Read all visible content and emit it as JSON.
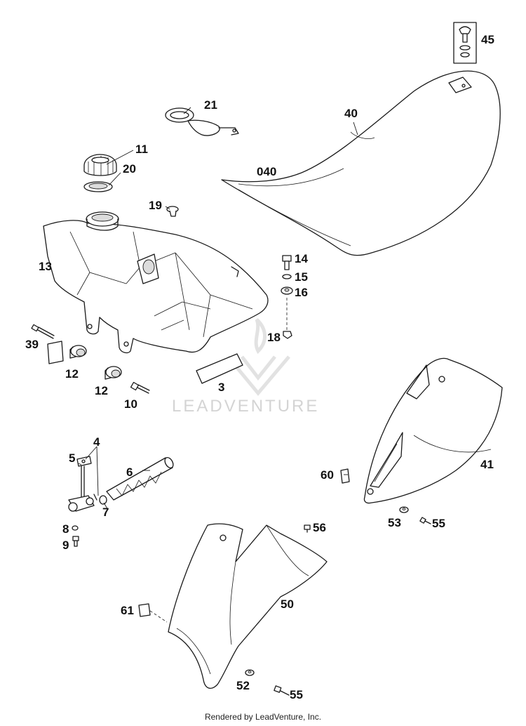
{
  "callouts": {
    "c45": "45",
    "c21": "21",
    "c40": "40",
    "c040": "040",
    "c11": "11",
    "c20": "20",
    "c19": "19",
    "c13": "13",
    "c14": "14",
    "c15": "15",
    "c16": "16",
    "c18": "18",
    "c39": "39",
    "c12a": "12",
    "c12b": "12",
    "c10": "10",
    "c3": "3",
    "c4": "4",
    "c5": "5",
    "c6": "6",
    "c7": "7",
    "c8": "8",
    "c9": "9",
    "c41": "41",
    "c60": "60",
    "c53": "53",
    "c55a": "55",
    "c56": "56",
    "c50": "50",
    "c61": "61",
    "c52": "52",
    "c55b": "55"
  },
  "watermark": {
    "text": "LEADVENTURE"
  },
  "footer": {
    "text": "Rendered by LeadVenture, Inc."
  }
}
